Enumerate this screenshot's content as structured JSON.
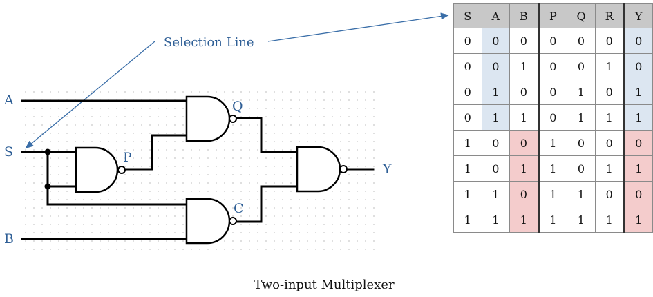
{
  "diagram": {
    "input_labels": {
      "a": "A",
      "s": "S",
      "b": "B"
    },
    "gate_labels": {
      "p": "P",
      "q": "Q",
      "c": "C"
    },
    "output_label": "Y",
    "callout": "Selection Line",
    "caption": "Two-input Multiplexer"
  },
  "truth_table": {
    "headers": [
      "S",
      "A",
      "B",
      "P",
      "Q",
      "R",
      "Y"
    ],
    "rows": [
      [
        "0",
        "0",
        "0",
        "0",
        "0",
        "0",
        "0"
      ],
      [
        "0",
        "0",
        "1",
        "0",
        "0",
        "1",
        "0"
      ],
      [
        "0",
        "1",
        "0",
        "0",
        "1",
        "0",
        "1"
      ],
      [
        "0",
        "1",
        "1",
        "0",
        "1",
        "1",
        "1"
      ],
      [
        "1",
        "0",
        "0",
        "1",
        "0",
        "0",
        "0"
      ],
      [
        "1",
        "0",
        "1",
        "1",
        "0",
        "1",
        "1"
      ],
      [
        "1",
        "1",
        "0",
        "1",
        "1",
        "0",
        "0"
      ],
      [
        "1",
        "1",
        "1",
        "1",
        "1",
        "1",
        "1"
      ]
    ],
    "highlight_colors": {
      "selected_low": "#dce6f1",
      "selected_high": "#f4cccc"
    },
    "highlight_rule": "rows with S=0 highlight columns A and Y in blue; rows with S=1 highlight columns B and Y in pink"
  },
  "colors": {
    "label": "#2f5f96",
    "arrow": "#3a6ea8",
    "wire": "#000000",
    "grid_dot": "#c8c8c8"
  }
}
